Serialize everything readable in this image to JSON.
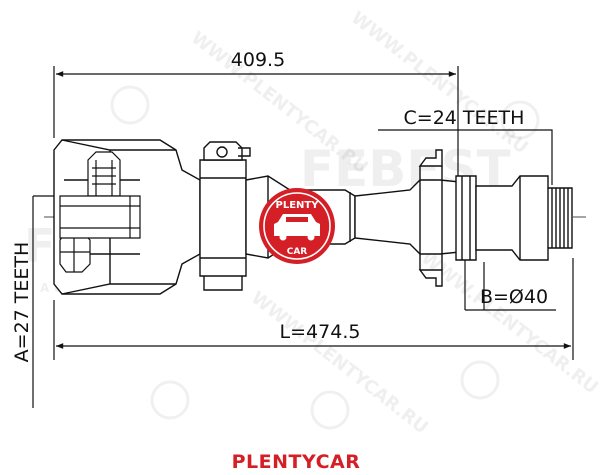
{
  "dimensions": {
    "shaft_length": "409.5",
    "total_length": "L=474.5",
    "inner_spline": "A=27 TEETH",
    "outer_spline": "C=24 TEETH",
    "outer_diameter": "B=Ø40"
  },
  "brand": {
    "caption": "PLENTYCAR",
    "logo_top": "PLENTY",
    "logo_bottom": "CAR",
    "color": "#d41f26"
  },
  "watermark": {
    "name": "FEBEST",
    "sub": "A U T O   P A R T S",
    "url": "WWW.PLENTYCAR.RU"
  }
}
